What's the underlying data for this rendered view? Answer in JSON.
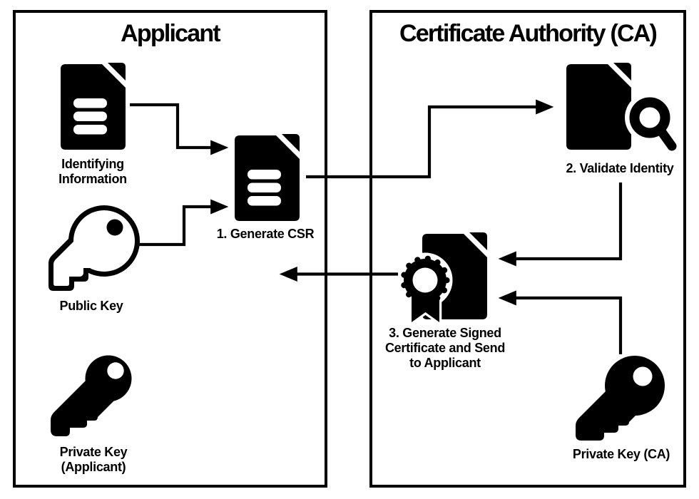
{
  "colors": {
    "ink": "#000000",
    "paper": "#ffffff"
  },
  "panels": [
    {
      "title": "Applicant"
    },
    {
      "title": "Certificate Authority (CA)"
    }
  ],
  "nodes": {
    "identifying_information": {
      "label": "Identifying\nInformation",
      "icon": "document-lines-icon"
    },
    "public_key": {
      "label": "Public Key",
      "icon": "key-outline-icon"
    },
    "private_key_applicant": {
      "label": "Private Key\n(Applicant)",
      "icon": "key-solid-icon"
    },
    "generate_csr": {
      "label": "1. Generate CSR",
      "icon": "document-lines-icon"
    },
    "validate_identity": {
      "label": "2. Validate Identity",
      "icon": "document-magnifier-icon"
    },
    "generate_signed_certificate": {
      "label": "3. Generate Signed\nCertificate and Send\nto Applicant",
      "icon": "certificate-ribbon-icon"
    },
    "private_key_ca": {
      "label": "Private Key (CA)",
      "icon": "key-solid-icon"
    }
  },
  "flows": [
    {
      "from": "identifying_information",
      "to": "generate_csr"
    },
    {
      "from": "public_key",
      "to": "generate_csr"
    },
    {
      "from": "generate_csr",
      "to": "validate_identity"
    },
    {
      "from": "validate_identity",
      "to": "generate_signed_certificate"
    },
    {
      "from": "private_key_ca",
      "to": "generate_signed_certificate"
    },
    {
      "from": "generate_signed_certificate",
      "to": "applicant"
    }
  ]
}
